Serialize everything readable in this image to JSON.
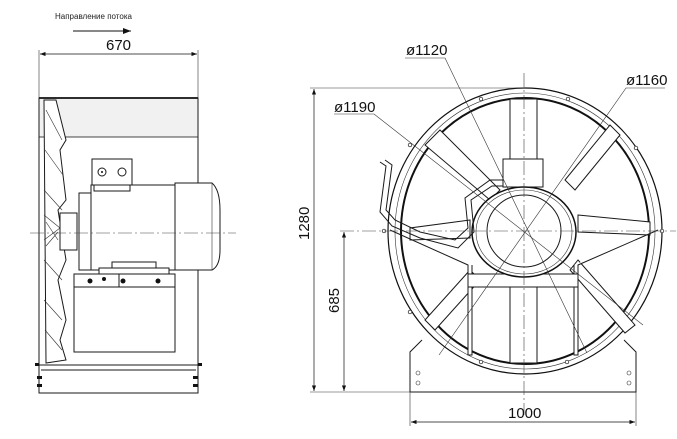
{
  "flow_direction_label": "Направление потока",
  "side_view": {
    "length_dim": "670"
  },
  "front_view": {
    "height_dim": "1280",
    "axis_height_dim": "685",
    "base_width_dim": "1000",
    "diameters": {
      "d1120": "ø1120",
      "d1160": "ø1160",
      "d1190": "ø1190"
    }
  }
}
